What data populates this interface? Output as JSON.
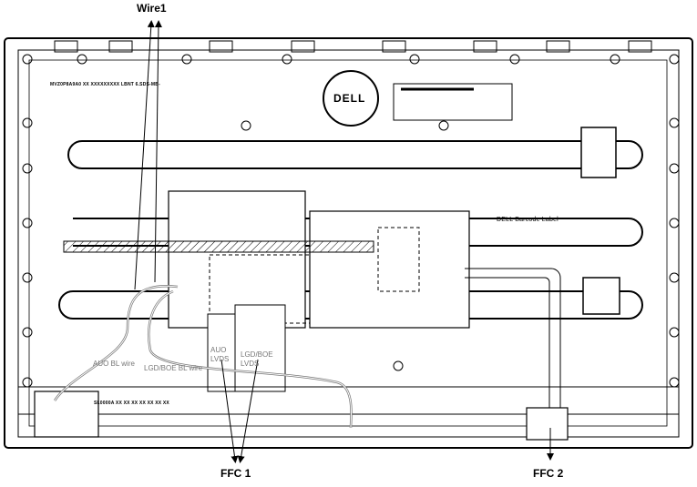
{
  "callouts": {
    "wire1": "Wire1",
    "ffc1": "FFC 1",
    "ffc2": "FFC 2"
  },
  "annotations": {
    "auo_bl_wire": "AUO BL wire",
    "lgd_boe_bl_wire": "LGD/BOE BL wire",
    "auo_lvds": [
      "AUO",
      "LVDS"
    ],
    "lgd_boe_lvds": [
      "LGD/BOE",
      "LVDS"
    ],
    "barcode_label": "DELL Barcode Label",
    "part_label": "MVZ0P8A9A0 XX XXXXXXXXX LBNT 6.SDS-MB-",
    "bottom_label": "SL0000A XX XX XX XX XX XX XX"
  },
  "logo": {
    "text": "DELL"
  },
  "colors": {
    "line": "#000000",
    "annotation": "#777777"
  }
}
